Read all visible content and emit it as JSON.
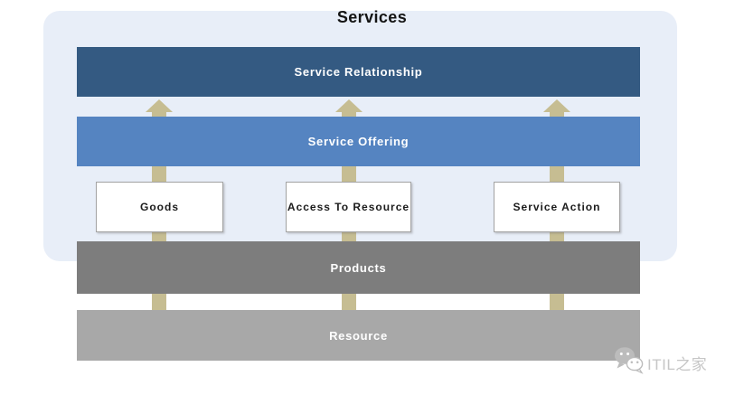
{
  "title": "Services",
  "group": {
    "background_color": "#e8eef8"
  },
  "layers": [
    {
      "id": "service-relationship",
      "label": "Service Relationship",
      "color": "#345a82"
    },
    {
      "id": "service-offering",
      "label": "Service Offering",
      "color": "#5584c1"
    },
    {
      "id": "products",
      "label": "Products",
      "color": "#7d7d7d"
    },
    {
      "id": "resource",
      "label": "Resource",
      "color": "#a8a8a8"
    }
  ],
  "boxes": [
    {
      "label": "Goods"
    },
    {
      "label": "Access To Resource"
    },
    {
      "label": "Service Action"
    }
  ],
  "arrows": {
    "count": 3,
    "direction": "up",
    "color": "#c6bd92"
  },
  "watermark": {
    "icon": "wechat-icon",
    "text": "ITIL之家"
  }
}
